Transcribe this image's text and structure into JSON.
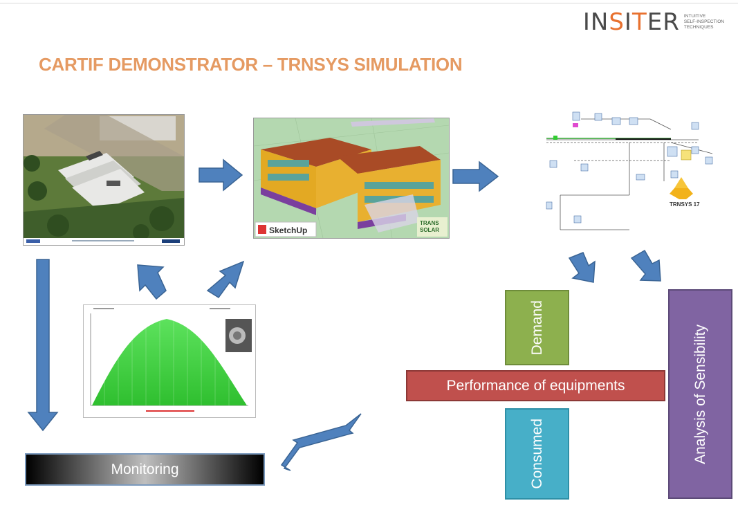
{
  "logo": {
    "wordmark_left": "IN",
    "wordmark_accent": "S",
    "wordmark_mid": "I",
    "wordmark_accent2": "T",
    "wordmark_right": "ER",
    "tagline": [
      "INTUITIVE",
      "SELF-INSPECTION",
      "TECHNIQUES"
    ]
  },
  "title": "CARTIF DEMONSTRATOR – TRNSYS SIMULATION",
  "images": {
    "sketchup_label": "SketchUp",
    "transsolar_label_1": "TRANS",
    "transsolar_label_2": "SOLAR",
    "trnsys_label": "TRNSYS 17"
  },
  "boxes": {
    "demand": "Demand",
    "performance": "Performance of equipments",
    "consumed": "Consumed",
    "sensibility": "Analysis of Sensibility",
    "monitoring": "Monitoring"
  },
  "colors": {
    "title": "#e59a62",
    "demand": "#8db04e",
    "consumed": "#47afc8",
    "performance": "#c0504d",
    "sensibility": "#8064a2",
    "arrow": "#4f81bd"
  }
}
